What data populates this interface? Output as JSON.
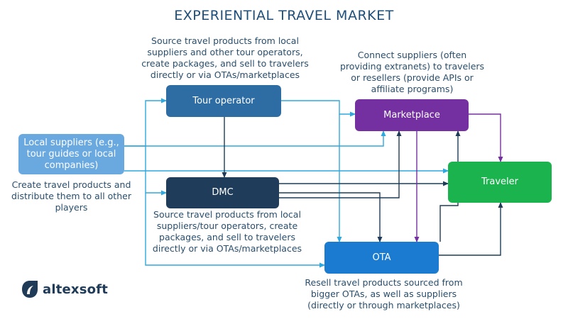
{
  "title": "EXPERIENTIAL TRAVEL MARKET",
  "colors": {
    "tour_operator": "#2e6da4",
    "dmc": "#1f3d5a",
    "marketplace": "#7430a0",
    "traveler": "#1ab34e",
    "ota": "#1b7bd0",
    "local_suppliers": "#6aa8e0",
    "arrow_blue": "#2ea8df",
    "arrow_dark": "#1f3b57",
    "arrow_purple": "#7430a0"
  },
  "nodes": {
    "local_suppliers": {
      "label": "Local suppliers (e.g., tour guides or local companies)",
      "description": "Create travel products and distribute them to all other players"
    },
    "tour_operator": {
      "label": "Tour operator",
      "description": "Source travel products from local suppliers and other tour operators, create packages, and sell to travelers directly or via OTAs/marketplaces"
    },
    "dmc": {
      "label": "DMC",
      "description": "Source travel products from local suppliers/tour operators, create packages, and sell to travelers directly or via OTAs/marketplaces"
    },
    "marketplace": {
      "label": "Marketplace",
      "description": "Connect suppliers (often providing extranets) to travelers or resellers (provide APIs or affiliate programs)"
    },
    "ota": {
      "label": "OTA",
      "description": "Resell travel products sourced from bigger OTAs, as well as suppliers (directly or through marketplaces)"
    },
    "traveler": {
      "label": "Traveler"
    }
  },
  "logo": {
    "text": "altexsoft",
    "icon": "altexsoft-logo-icon"
  }
}
